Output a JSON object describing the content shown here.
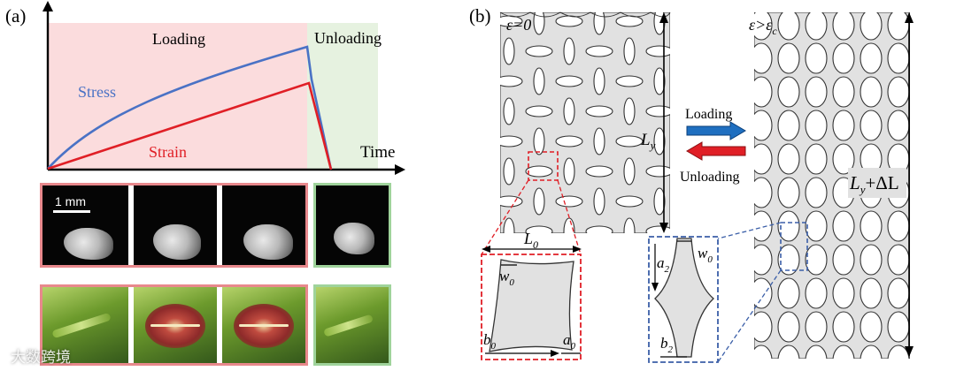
{
  "panel_a": {
    "letter": "(a)",
    "labels": {
      "loading": "Loading",
      "unloading": "Unloading",
      "stress": "Stress",
      "strain": "Strain",
      "time": "Time"
    },
    "scale_bar": "1 mm",
    "colors": {
      "loading_bg": "#fbdcdd",
      "unloading_bg": "#e6f2e0",
      "stress": "#4a72c5",
      "strain": "#e01f26",
      "loading_border": "#e8888c",
      "unloading_border": "#9fd39b"
    }
  },
  "panel_b": {
    "letter": "(b)",
    "eps_zero": "ε=0",
    "eps_crit": "ε>εc",
    "eps_crit_main": "ε>ε",
    "eps_crit_sub": "c",
    "loading": "Loading",
    "unloading": "Unloading",
    "Ly_main": "L",
    "Ly_sub": "y",
    "dL_tail": "+ΔL",
    "L0_main": "L",
    "L0_sub": "0",
    "w0_main": "w",
    "w0_sub": "0",
    "b0_main": "b",
    "b0_sub": "0",
    "a0_main": "a",
    "a0_sub": "0",
    "a2_main": "a",
    "a2_sub": "2",
    "b2_main": "b",
    "b2_sub": "2",
    "colors": {
      "lattice_fill": "#e1e1e1",
      "arrow_blue": "#1f6fc0",
      "arrow_red": "#e01f26",
      "inset_red": "#e01f26",
      "inset_blue": "#3b5fa8"
    }
  },
  "watermark": "大数跨境"
}
